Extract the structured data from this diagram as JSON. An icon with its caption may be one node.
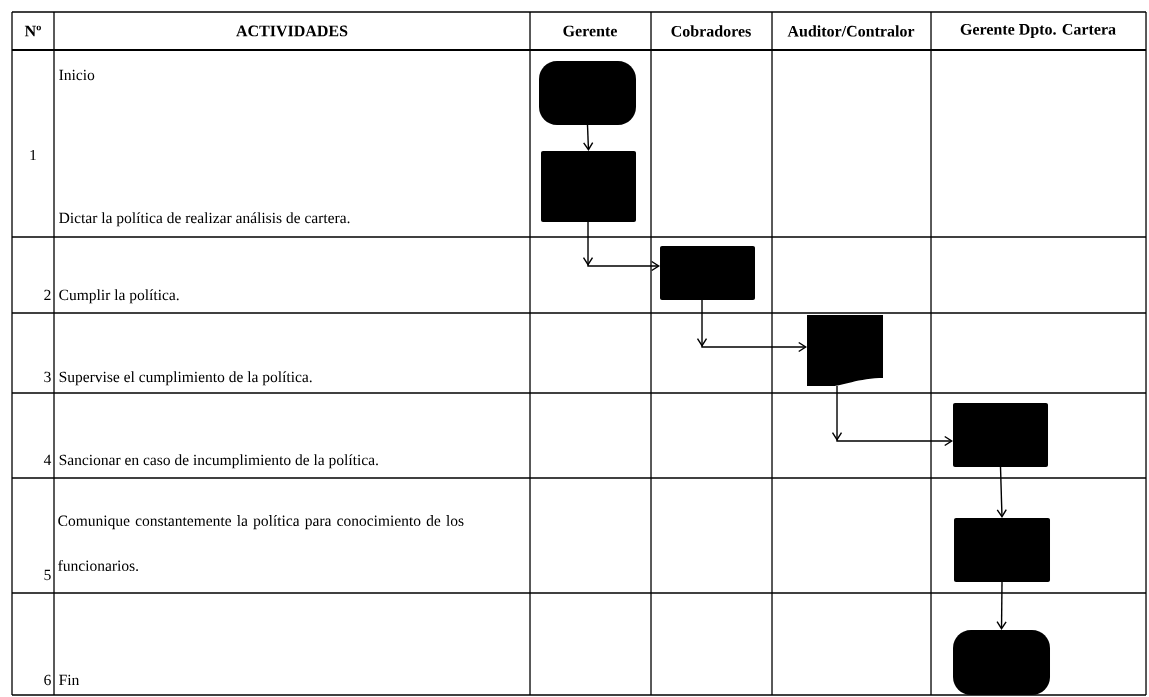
{
  "diagram": {
    "nodes": [
      {
        "text": [],
        "shape": "terminal"
      },
      {
        "text": [],
        "shape": "box"
      },
      {
        "text": [],
        "shape": "box"
      },
      {
        "text": [],
        "shape": "document"
      },
      {
        "text": [],
        "shape": "box"
      },
      {
        "text": [],
        "shape": "box"
      },
      {
        "text": [],
        "shape": "terminal"
      }
    ],
    "edges": [
      {
        "from": 0,
        "to": 1,
        "arrow": "to"
      },
      {
        "from": 1,
        "to": 2,
        "arrow": "to"
      },
      {
        "from": 2,
        "to": 3,
        "arrow": "to"
      },
      {
        "from": 3,
        "to": 4,
        "arrow": "to"
      },
      {
        "from": 4,
        "to": 5,
        "arrow": "to"
      },
      {
        "from": 5,
        "to": 6,
        "arrow": "to"
      }
    ],
    "labels": [
      "Nº",
      "ACTIVIDADES",
      "Gerente",
      "Cobradores",
      "Auditor/Contralor",
      "Gerente Dpto. Cartera",
      "1",
      "Inicio",
      "Dictar la política de realizar análisis de cartera.",
      "2",
      "Cumplir la política.",
      "3",
      "Supervise el cumplimiento de la política.",
      "4",
      "Sancionar en caso de incumplimiento de la política.",
      "5",
      "Comunique constantemente la política para conocimiento de los funcionarios.",
      "6",
      "Fin"
    ]
  }
}
